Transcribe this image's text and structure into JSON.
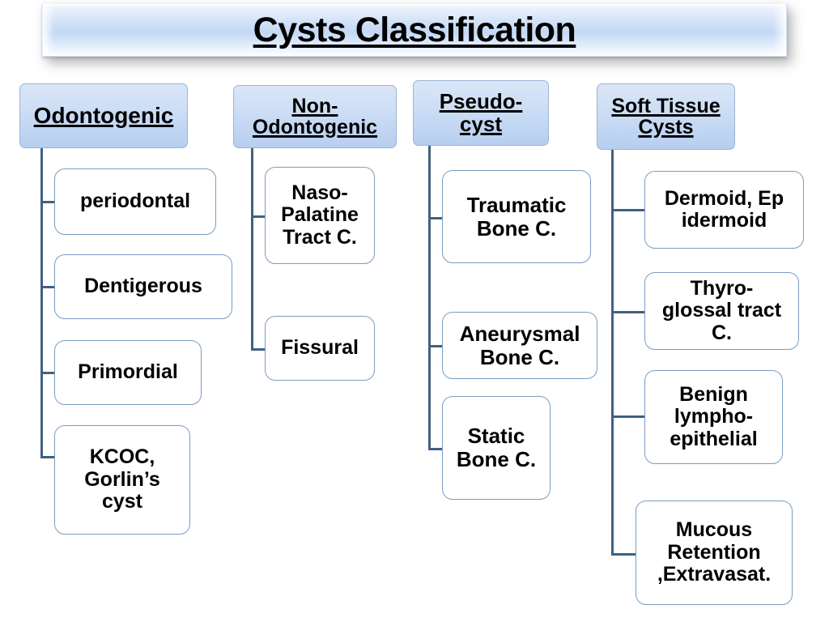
{
  "title": {
    "text": "Cysts Classification"
  },
  "columns": [
    {
      "id": "odontogenic",
      "header": "Odontogenic",
      "children": [
        {
          "label": "periodontal"
        },
        {
          "label": "Dentigerous"
        },
        {
          "label": "Primordial"
        },
        {
          "label": "KCOC,\nGorlin’s\ncyst"
        }
      ]
    },
    {
      "id": "non-odontogenic",
      "header": "Non-\nOdontogenic",
      "children": [
        {
          "label": "Naso-\nPalatine\nTract C."
        },
        {
          "label": "Fissural"
        }
      ]
    },
    {
      "id": "pseudo-cyst",
      "header": "Pseudo-\ncyst",
      "children": [
        {
          "label": "Traumatic\nBone C."
        },
        {
          "label": "Aneurysmal\nBone C."
        },
        {
          "label": "Static\nBone C."
        }
      ]
    },
    {
      "id": "soft-tissue-cysts",
      "header": "Soft Tissue\nCysts",
      "children": [
        {
          "label": "Dermoid, Ep\nidermoid"
        },
        {
          "label": "Thyro-\nglossal tract\nC."
        },
        {
          "label": "Benign\nlympho-\nepithelial"
        },
        {
          "label": "Mucous\nRetention\n,Extravasat."
        }
      ]
    }
  ],
  "colors": {
    "connector": "#41617f",
    "child_border": "#7a9dc2",
    "header_fill": "#cbddf5",
    "header_border": "#9ab4d6",
    "text": "#000000",
    "background": "#ffffff"
  }
}
